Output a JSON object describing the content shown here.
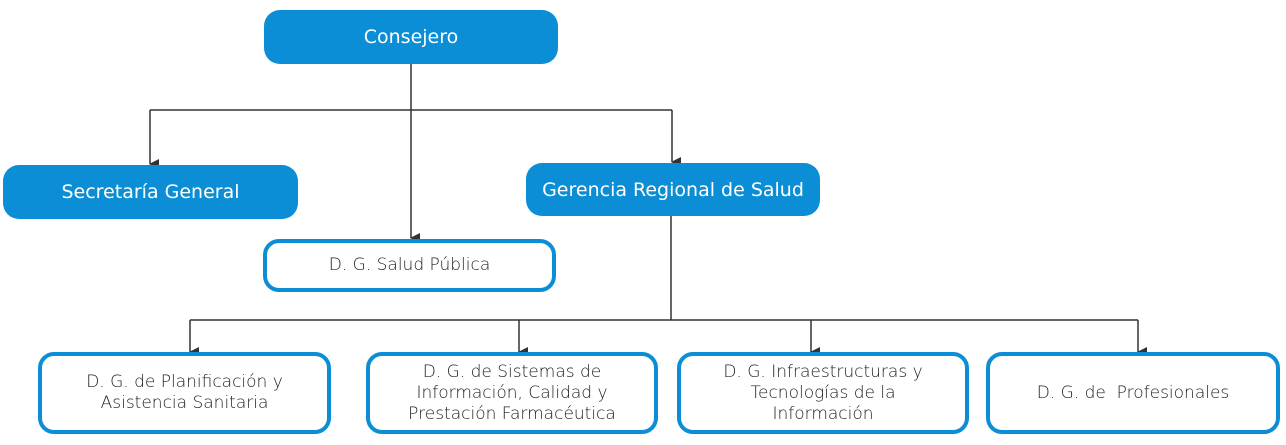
{
  "chart_data": {
    "type": "org-chart",
    "nodes": [
      {
        "id": "consejero",
        "label": "Consejero"
      },
      {
        "id": "secretaria",
        "label": "Secretaría General",
        "parent": "consejero"
      },
      {
        "id": "gerencia",
        "label": "Gerencia Regional de Salud",
        "parent": "consejero"
      },
      {
        "id": "salud_publica",
        "label": "D. G. Salud Pública",
        "parent": "consejero"
      },
      {
        "id": "planificacion",
        "label": "D. G. de Planificación y Asistencia Sanitaria",
        "parent": "gerencia"
      },
      {
        "id": "sistemas",
        "label": "D. G. de Sistemas de Información, Calidad y Prestación Farmacéutica",
        "parent": "gerencia"
      },
      {
        "id": "infraestructuras",
        "label": "D. G. Infraestructuras y Tecnologías de la Información",
        "parent": "gerencia"
      },
      {
        "id": "profesionales",
        "label": "D. G. de  Profesionales",
        "parent": "gerencia"
      }
    ]
  },
  "colors": {
    "accent": "#0b8ed5",
    "line": "#333333"
  }
}
